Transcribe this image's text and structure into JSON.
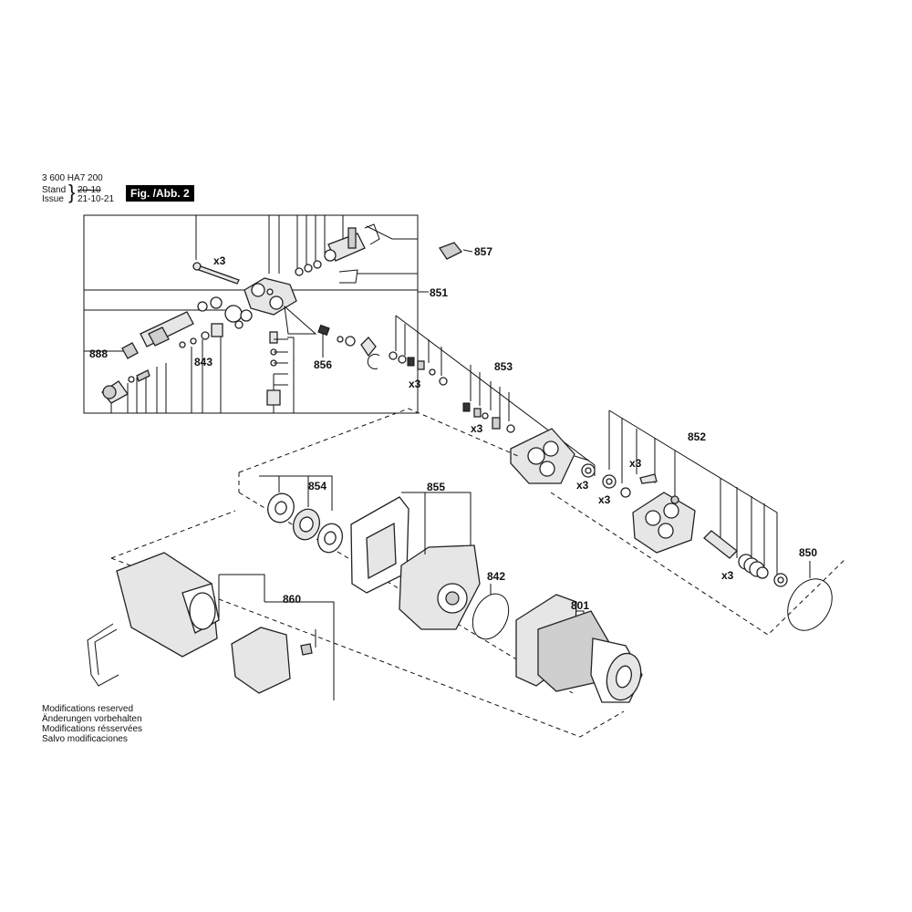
{
  "header": {
    "part_number": "3 600 HA7 200",
    "stand_label": "Stand",
    "issue_label": "Issue",
    "stand_value": "20-10",
    "issue_value": "21-10-21",
    "figure_label": "Fig. /Abb. 2"
  },
  "footer": {
    "lines": [
      "Modifications reserved",
      "Änderungen vorbehalten",
      "Modifications résservées",
      "Salvo modificaciones"
    ]
  },
  "callouts": {
    "c857": "857",
    "c851": "851",
    "c888": "888",
    "c843": "843",
    "c856": "856",
    "c853": "853",
    "c852": "852",
    "c854": "854",
    "c855": "855",
    "c842": "842",
    "c801": "801",
    "c850": "850",
    "c860": "860"
  },
  "multipliers": {
    "x3_a": "x3",
    "x3_b": "x3",
    "x3_c": "x3",
    "x3_d": "x3",
    "x3_e": "x3",
    "x3_f": "x3",
    "x3_g": "x3"
  }
}
